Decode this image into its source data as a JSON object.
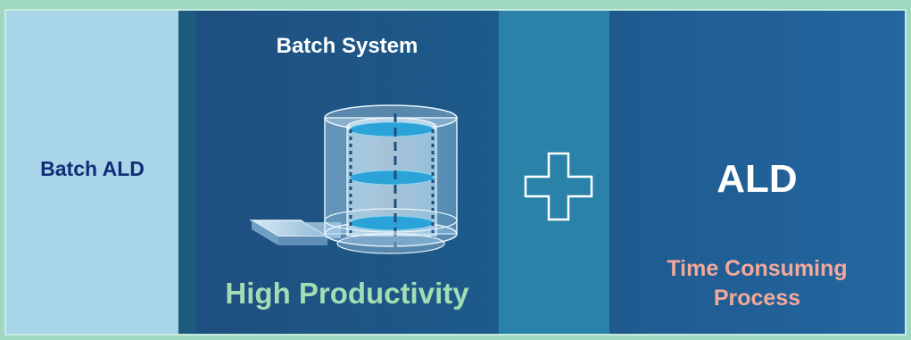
{
  "left_panel": {
    "label": "Batch ALD"
  },
  "batch_panel": {
    "title": "Batch System",
    "benefit": "High Productivity"
  },
  "plus": {
    "icon": "plus-icon"
  },
  "right_panel": {
    "title": "ALD",
    "drawback_line1": "Time Consuming",
    "drawback_line2": "Process"
  },
  "colors": {
    "frame": "#9fd8c0",
    "left_bg": "#a8d5e8",
    "batch_bg": "#1e4f80",
    "mid_bg": "#2a82a8",
    "right_bg": "#2466a0",
    "batch_ald_text": "#0f2e78",
    "benefit_text": "#a3ddb4",
    "drawback_text": "#f3a99a"
  }
}
